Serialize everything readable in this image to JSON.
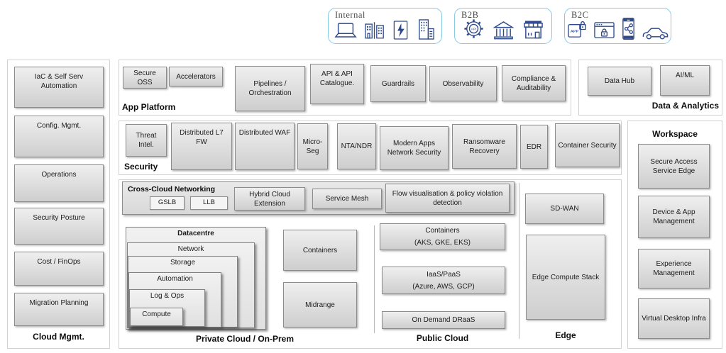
{
  "edge_groups": [
    {
      "label": "Internal",
      "icons": [
        "laptop-icon",
        "office-buildings-icon",
        "power-document-icon",
        "enterprise-building-icon"
      ]
    },
    {
      "label": "B2B",
      "icons": [
        "api-gear-icon",
        "bank-icon",
        "store-icon"
      ]
    },
    {
      "label": "B2C",
      "icons": [
        "app-lock-icon",
        "secure-browser-icon",
        "mobile-share-icon",
        "car-icon"
      ]
    }
  ],
  "icon_texts": {
    "api": "API",
    "app": "APP"
  },
  "app_platform": {
    "title": "App Platform",
    "boxes": [
      {
        "label": "Secure OSS"
      },
      {
        "label": "Accelerators"
      },
      {
        "label": "Pipelines / Orchestration"
      },
      {
        "label": "API & API Catalogue."
      },
      {
        "label": "Guardrails"
      },
      {
        "label": "Observability"
      },
      {
        "label": "Compliance & Auditability"
      }
    ]
  },
  "data_analytics": {
    "title": "Data & Analytics",
    "boxes": [
      {
        "label": "Data Hub"
      },
      {
        "label": "AI/ML"
      }
    ]
  },
  "security": {
    "title": "Security",
    "boxes": [
      {
        "label": "Threat Intel."
      },
      {
        "label": "Distributed L7 FW"
      },
      {
        "label": "Distributed WAF"
      },
      {
        "label": "Micro-Seg"
      },
      {
        "label": "NTA/NDR"
      },
      {
        "label": "Modern Apps Network Security"
      },
      {
        "label": "Ransomware Recovery"
      },
      {
        "label": "EDR"
      },
      {
        "label": "Container Security"
      }
    ]
  },
  "workspace": {
    "title": "Workspace",
    "boxes": [
      {
        "label": "Secure Access Service Edge"
      },
      {
        "label": "Device & App Management"
      },
      {
        "label": "Experience Management"
      },
      {
        "label": "Virtual Desktop Infra"
      }
    ]
  },
  "cloud_mgmt": {
    "title": "Cloud Mgmt.",
    "boxes": [
      {
        "label": "IaC & Self Serv Automation"
      },
      {
        "label": "Config. Mgmt."
      },
      {
        "label": "Operations"
      },
      {
        "label": "Security Posture"
      },
      {
        "label": "Cost / FinOps"
      },
      {
        "label": "Migration Planning"
      }
    ]
  },
  "cross_cloud": {
    "title": "Cross-Cloud Networking",
    "lb_boxes": [
      {
        "label": "GSLB"
      },
      {
        "label": "LLB"
      }
    ],
    "boxes": [
      {
        "label": "Hybrid Cloud Extension"
      },
      {
        "label": "Service Mesh"
      },
      {
        "label": "Flow visualisation & policy violation detection"
      }
    ]
  },
  "private_cloud": {
    "title": "Private Cloud / On-Prem",
    "datacentre": {
      "title": "Datacentre",
      "layers": [
        {
          "label": "Network"
        },
        {
          "label": "Storage"
        },
        {
          "label": "Automation"
        },
        {
          "label": "Log & Ops"
        },
        {
          "label": "Compute"
        }
      ]
    },
    "boxes": [
      {
        "label": "Containers"
      },
      {
        "label": "Midrange"
      }
    ]
  },
  "public_cloud": {
    "title": "Public Cloud",
    "boxes": [
      {
        "line1": "Containers",
        "line2": "(AKS, GKE, EKS)"
      },
      {
        "line1": "IaaS/PaaS",
        "line2": "(Azure, AWS, GCP)"
      },
      {
        "line1": "On Demand DRaaS",
        "line2": ""
      }
    ]
  },
  "edge": {
    "title": "Edge",
    "boxes": [
      {
        "label": "SD-WAN"
      },
      {
        "label": "Edge Compute Stack"
      }
    ]
  },
  "colors": {
    "icon_stroke": "#2e4a8c",
    "group_border": "#85cbe4",
    "box_border": "#8c8c8c",
    "panel_border": "#d2d2d2"
  }
}
